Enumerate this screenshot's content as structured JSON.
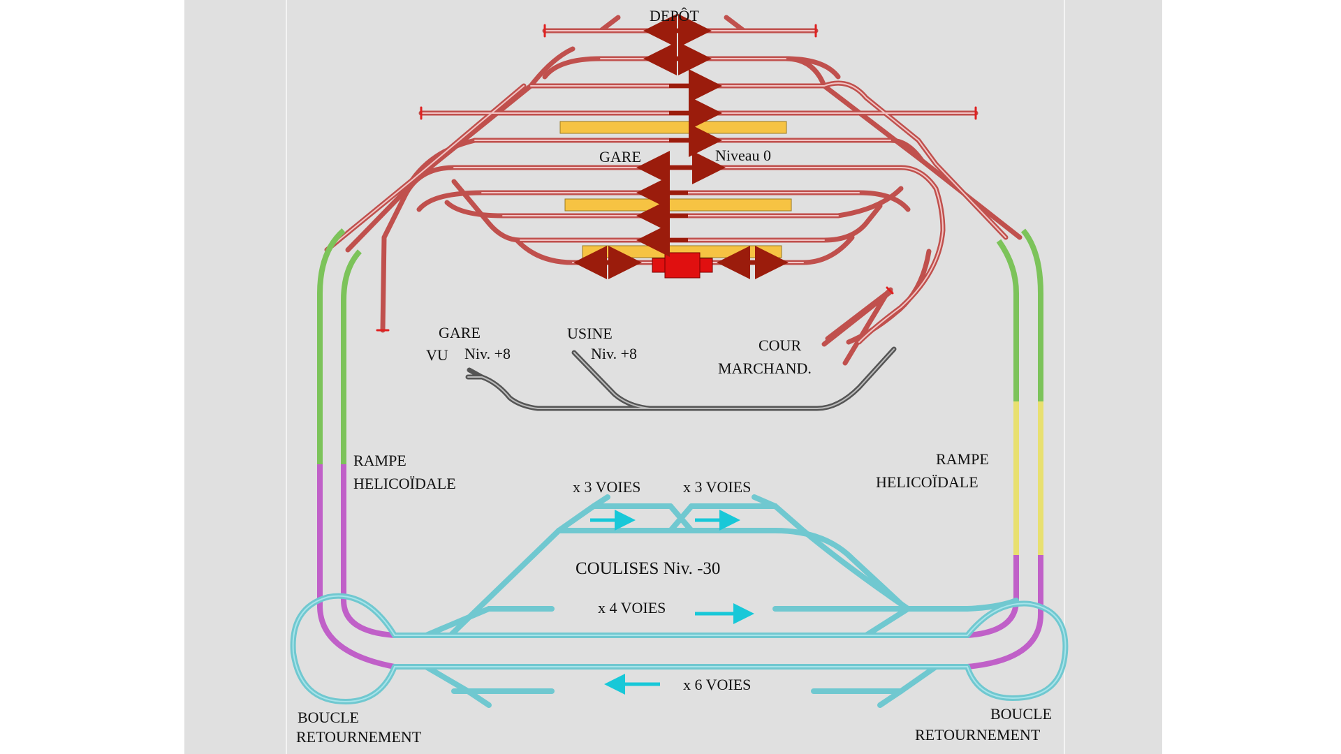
{
  "labels": {
    "depot": "DEPÔT",
    "gare": "GARE",
    "niveau0": "Niveau  0",
    "gare_vu_1": "GARE",
    "gare_vu_2": "VU",
    "gare_vu_niv": "Niv. +8",
    "usine": "USINE",
    "usine_niv": "Niv. +8",
    "cour_1": "COUR",
    "cour_2": "MARCHAND.",
    "rampe_left_1": "RAMPE",
    "rampe_left_2": "HELICOÏDALE",
    "rampe_right_1": "RAMPE",
    "rampe_right_2": "HELICOÏDALE",
    "voies_3a": "x 3 VOIES",
    "voies_3b": "x 3 VOIES",
    "coulises": "COULISES  Niv. -30",
    "voies_4": "x 4 VOIES",
    "voies_6": "x 6 VOIES",
    "boucle_left_1": "BOUCLE",
    "boucle_left_2": "RETOURNEMENT",
    "boucle_right_1": "BOUCLE",
    "boucle_right_2": "RETOURNEMENT"
  },
  "colors": {
    "station_track": "#c0504d",
    "station_rail_inner": "#f2c4c4",
    "ramp_green": "#7cc35a",
    "ramp_magenta": "#c060c8",
    "ramp_yellow": "#e8e070",
    "hidden_cyan": "#70c8d0",
    "hidden_cyan_dark": "#40b8c8",
    "industry_gray": "#555555",
    "platform": "#f6c343",
    "arrow_red": "#9b1c0c",
    "arrow_cyan": "#18c8d8",
    "building_red": "#e01010",
    "panel": "#e0e0e0"
  }
}
